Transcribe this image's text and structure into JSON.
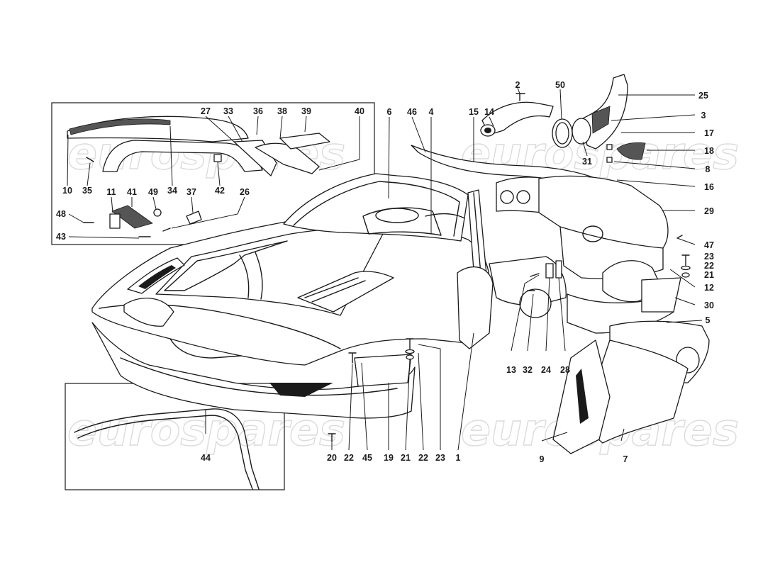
{
  "watermark": {
    "text": "eurospares"
  },
  "callouts": [
    {
      "id": "c2",
      "text": "2"
    },
    {
      "id": "c50",
      "text": "50"
    },
    {
      "id": "c25",
      "text": "25"
    },
    {
      "id": "c3",
      "text": "3"
    },
    {
      "id": "c17",
      "text": "17"
    },
    {
      "id": "c18",
      "text": "18"
    },
    {
      "id": "c8",
      "text": "8"
    },
    {
      "id": "c16",
      "text": "16"
    },
    {
      "id": "c29",
      "text": "29"
    },
    {
      "id": "c47",
      "text": "47"
    },
    {
      "id": "c23r",
      "text": "23"
    },
    {
      "id": "c22r",
      "text": "22"
    },
    {
      "id": "c21r",
      "text": "21"
    },
    {
      "id": "c12",
      "text": "12"
    },
    {
      "id": "c30",
      "text": "30"
    },
    {
      "id": "c5",
      "text": "5"
    },
    {
      "id": "c6",
      "text": "6"
    },
    {
      "id": "c46",
      "text": "46"
    },
    {
      "id": "c4",
      "text": "4"
    },
    {
      "id": "c15",
      "text": "15"
    },
    {
      "id": "c14",
      "text": "14"
    },
    {
      "id": "c31",
      "text": "31"
    },
    {
      "id": "c27",
      "text": "27"
    },
    {
      "id": "c33",
      "text": "33"
    },
    {
      "id": "c36",
      "text": "36"
    },
    {
      "id": "c38",
      "text": "38"
    },
    {
      "id": "c39",
      "text": "39"
    },
    {
      "id": "c40",
      "text": "40"
    },
    {
      "id": "c10",
      "text": "10"
    },
    {
      "id": "c35",
      "text": "35"
    },
    {
      "id": "c34",
      "text": "34"
    },
    {
      "id": "c42",
      "text": "42"
    },
    {
      "id": "c11",
      "text": "11"
    },
    {
      "id": "c41",
      "text": "41"
    },
    {
      "id": "c49",
      "text": "49"
    },
    {
      "id": "c37",
      "text": "37"
    },
    {
      "id": "c26",
      "text": "26"
    },
    {
      "id": "c48",
      "text": "48"
    },
    {
      "id": "c43",
      "text": "43"
    },
    {
      "id": "c13",
      "text": "13"
    },
    {
      "id": "c32",
      "text": "32"
    },
    {
      "id": "c24",
      "text": "24"
    },
    {
      "id": "c28",
      "text": "28"
    },
    {
      "id": "c9",
      "text": "9"
    },
    {
      "id": "c7",
      "text": "7"
    },
    {
      "id": "c44",
      "text": "44"
    },
    {
      "id": "c20",
      "text": "20"
    },
    {
      "id": "c22a",
      "text": "22"
    },
    {
      "id": "c45",
      "text": "45"
    },
    {
      "id": "c19",
      "text": "19"
    },
    {
      "id": "c21b",
      "text": "21"
    },
    {
      "id": "c22b",
      "text": "22"
    },
    {
      "id": "c23b",
      "text": "23"
    },
    {
      "id": "c1",
      "text": "1"
    }
  ]
}
